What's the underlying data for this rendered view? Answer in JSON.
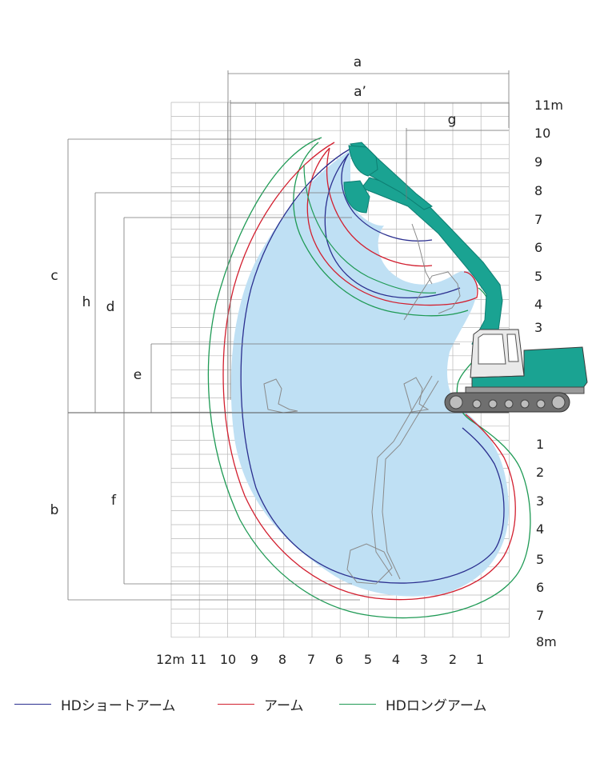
{
  "diagram": {
    "dimension_labels": {
      "a": "a",
      "a_prime": "a’",
      "g": "g",
      "c": "c",
      "h": "h",
      "d": "d",
      "e": "e",
      "b": "b",
      "f": "f"
    },
    "x_ticks": [
      "12m",
      "11",
      "10",
      "9",
      "8",
      "7",
      "6",
      "5",
      "4",
      "3",
      "2",
      "1"
    ],
    "y_ticks_above": [
      "11m",
      "10",
      "9",
      "8",
      "7",
      "6",
      "5",
      "4",
      "3"
    ],
    "y_ticks_below": [
      "1",
      "2",
      "3",
      "4",
      "5",
      "6",
      "7",
      "8m"
    ],
    "legend": [
      {
        "label": "HDショートアーム",
        "color": "#2b2f8f"
      },
      {
        "label": "アーム",
        "color": "#d21f2f"
      },
      {
        "label": "HDロングアーム",
        "color": "#1f9a55"
      }
    ],
    "colors": {
      "grid": "#b9b9b9",
      "fill": "#bfe0f4",
      "machine": "#1aa392",
      "machine_dark": "#0d7e72",
      "track": "#6f6f6f"
    }
  }
}
